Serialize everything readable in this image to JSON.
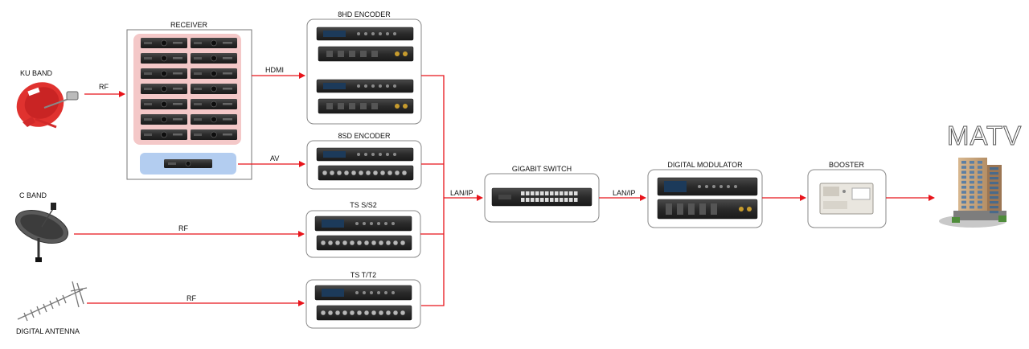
{
  "sources": {
    "ku_band": "KU BAND",
    "c_band": "C BAND",
    "digital_antenna": "DIGITAL ANTENNA"
  },
  "links": {
    "rf_ku": "RF",
    "rf_c": "RF",
    "rf_antenna": "RF",
    "hdmi": "HDMI",
    "av": "AV",
    "lan_ip_1": "LAN/IP",
    "lan_ip_2": "LAN/IP"
  },
  "devices": {
    "receiver": "RECEIVER",
    "encoder_8hd": "8HD ENCODER",
    "encoder_8sd": "8SD ENCODER",
    "ts_s_s2": "TS S/S2",
    "ts_t_t2": "TS T/T2",
    "gigabit_switch": "GIGABIT SWITCH",
    "digital_modulator": "DIGITAL MODULATOR",
    "booster": "BOOSTER"
  },
  "destination": {
    "matv": "MATV"
  },
  "colors": {
    "link": "#e8141b",
    "receiver_highlight": "#f4c8c8",
    "av_receiver_highlight": "#b3cdf0",
    "device_body": "#2b2b2b",
    "dish_ku": "#e0322f"
  }
}
